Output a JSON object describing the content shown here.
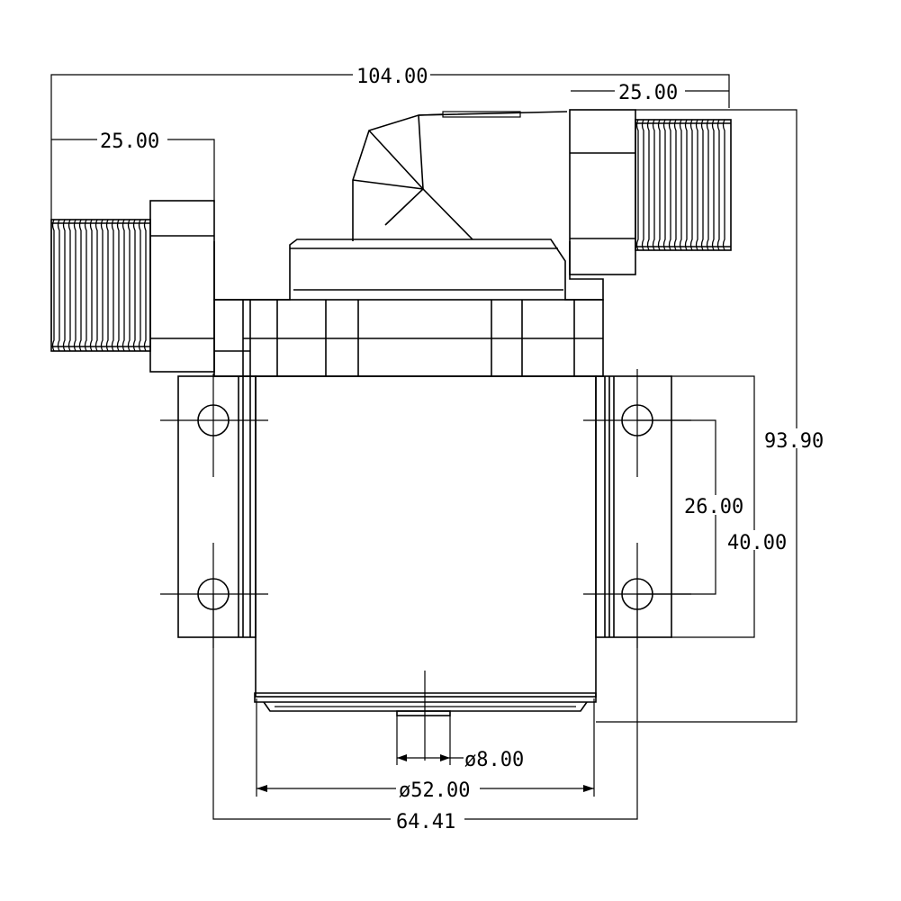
{
  "drawing": {
    "dimensions": {
      "overall_width": "104.00",
      "outlet_length": "25.00",
      "inlet_length": "25.00",
      "overall_height": "93.90",
      "hole_spacing": "26.00",
      "base_height": "40.00",
      "shaft_diameter": "ø8.00",
      "body_diameter": "ø52.00",
      "mount_spacing": "64.41"
    }
  }
}
